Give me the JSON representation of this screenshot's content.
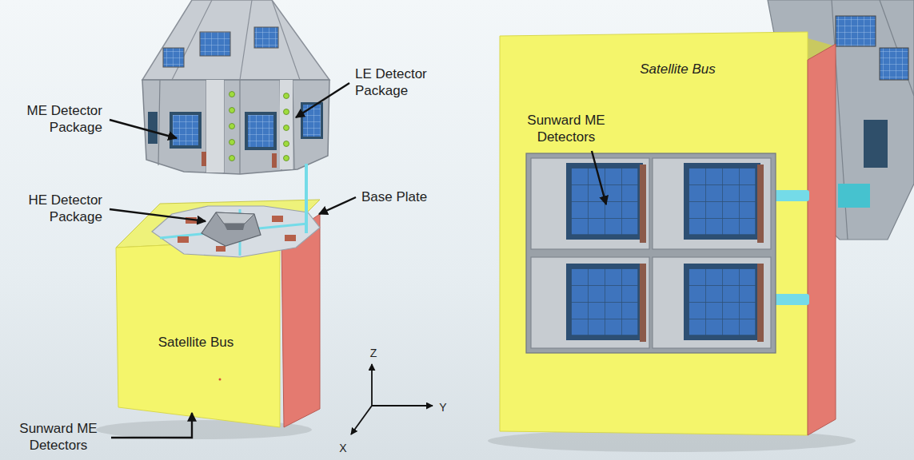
{
  "diagram": {
    "nodes": [
      {
        "text": [
          "Satellite Bus"
        ]
      },
      {
        "text": [
          "Satellite Bus"
        ]
      }
    ],
    "labels": [
      "ME Detector Package",
      "LE Detector Package",
      "HE Detector Package",
      "Base Plate",
      "Sunward ME Detectors",
      "Z",
      "Y",
      "X",
      "Sunward ME Detectors"
    ]
  }
}
